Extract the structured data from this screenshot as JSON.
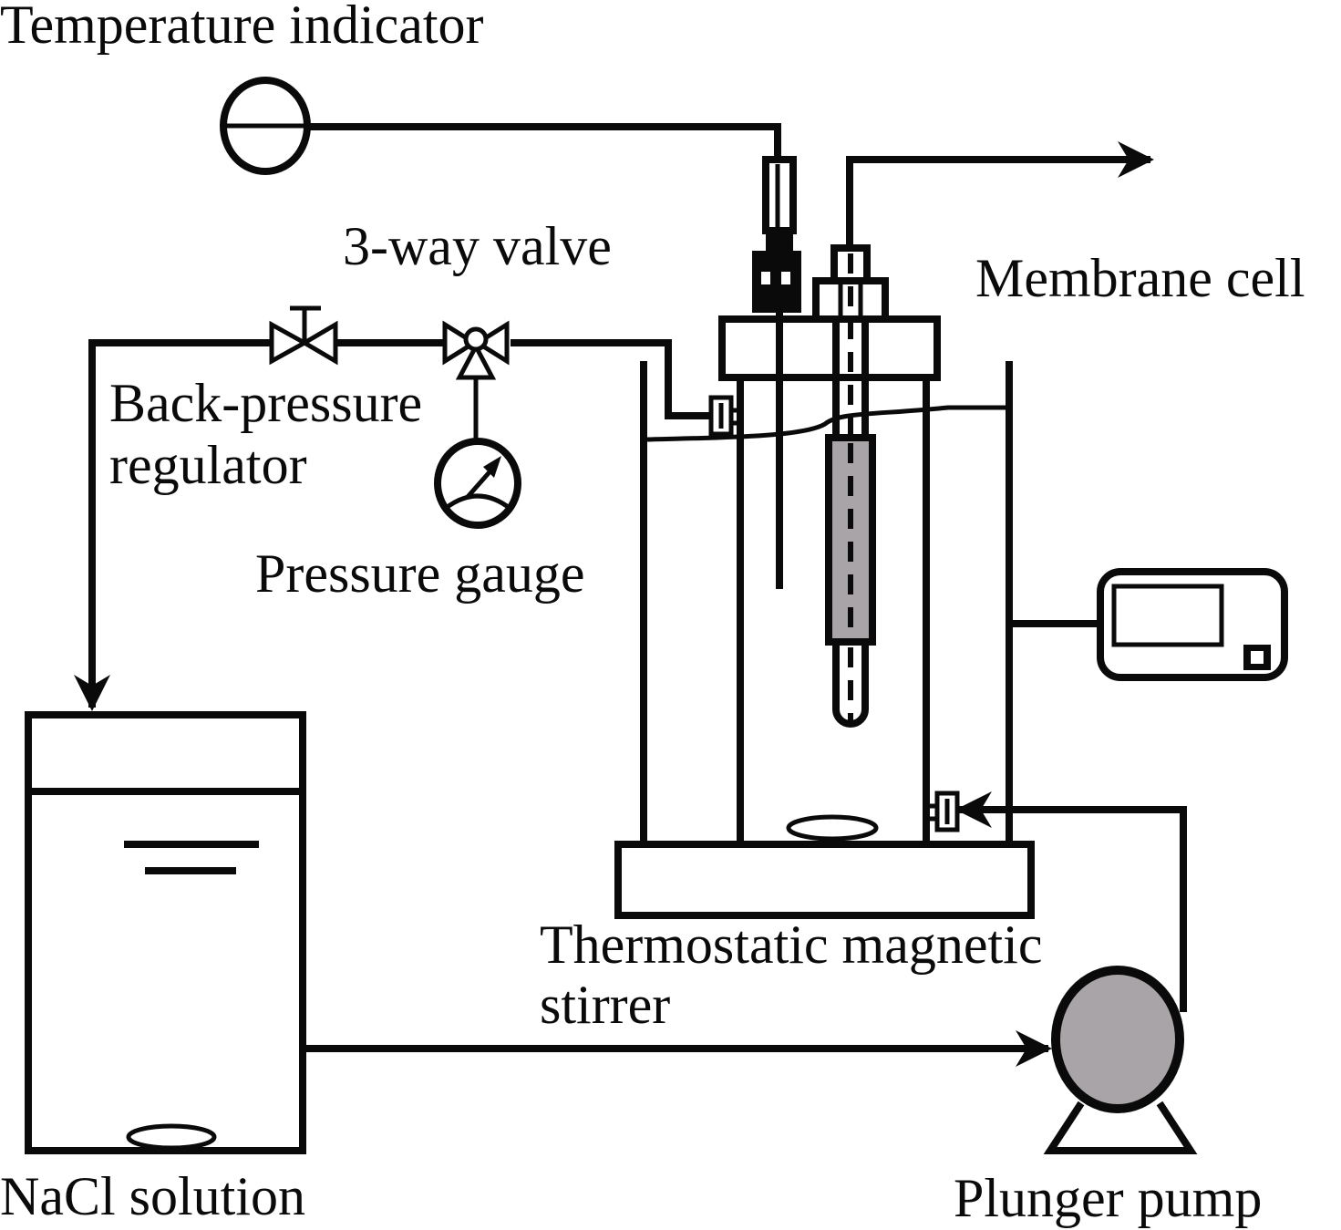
{
  "diagram": {
    "title": "",
    "colors": {
      "line": "#0a0a0a",
      "background": "#ffffff",
      "fill_gray": "#a9a4a8"
    },
    "labels": {
      "temperature_indicator": "Temperature indicator",
      "three_way_valve": "3-way valve",
      "membrane_cell": "Membrane cell",
      "back_pressure_line1": "Back-pressure",
      "back_pressure_line2": "regulator",
      "pressure_gauge": "Pressure gauge",
      "stirrer_line1": "Thermostatic magnetic",
      "stirrer_line2": "stirrer",
      "nacl_solution": "NaCl solution",
      "plunger_pump": "Plunger pump"
    },
    "components": [
      {
        "id": "temperature-indicator",
        "label": "Temperature indicator",
        "icon": "circle-gauge"
      },
      {
        "id": "back-pressure-regulator",
        "label": "Back-pressure regulator",
        "icon": "valve"
      },
      {
        "id": "three-way-valve",
        "label": "3-way valve",
        "icon": "three-way-valve"
      },
      {
        "id": "pressure-gauge",
        "label": "Pressure gauge",
        "icon": "dial-gauge"
      },
      {
        "id": "membrane-cell",
        "label": "Membrane cell",
        "icon": "vessel"
      },
      {
        "id": "controller",
        "label": "",
        "icon": "display-unit"
      },
      {
        "id": "thermostatic-magnetic-stirrer",
        "label": "Thermostatic magnetic stirrer",
        "icon": "stirrer-base"
      },
      {
        "id": "nacl-solution-tank",
        "label": "NaCl solution",
        "icon": "tank"
      },
      {
        "id": "plunger-pump",
        "label": "Plunger pump",
        "icon": "pump"
      }
    ],
    "flows": [
      {
        "from": "nacl-solution-tank",
        "to": "plunger-pump"
      },
      {
        "from": "plunger-pump",
        "to": "membrane-cell"
      },
      {
        "from": "membrane-cell",
        "to": "three-way-valve"
      },
      {
        "from": "three-way-valve",
        "to": "back-pressure-regulator"
      },
      {
        "from": "back-pressure-regulator",
        "to": "nacl-solution-tank"
      },
      {
        "from": "membrane-cell",
        "to": "outlet"
      },
      {
        "from": "temperature-indicator",
        "to": "membrane-cell"
      }
    ]
  }
}
